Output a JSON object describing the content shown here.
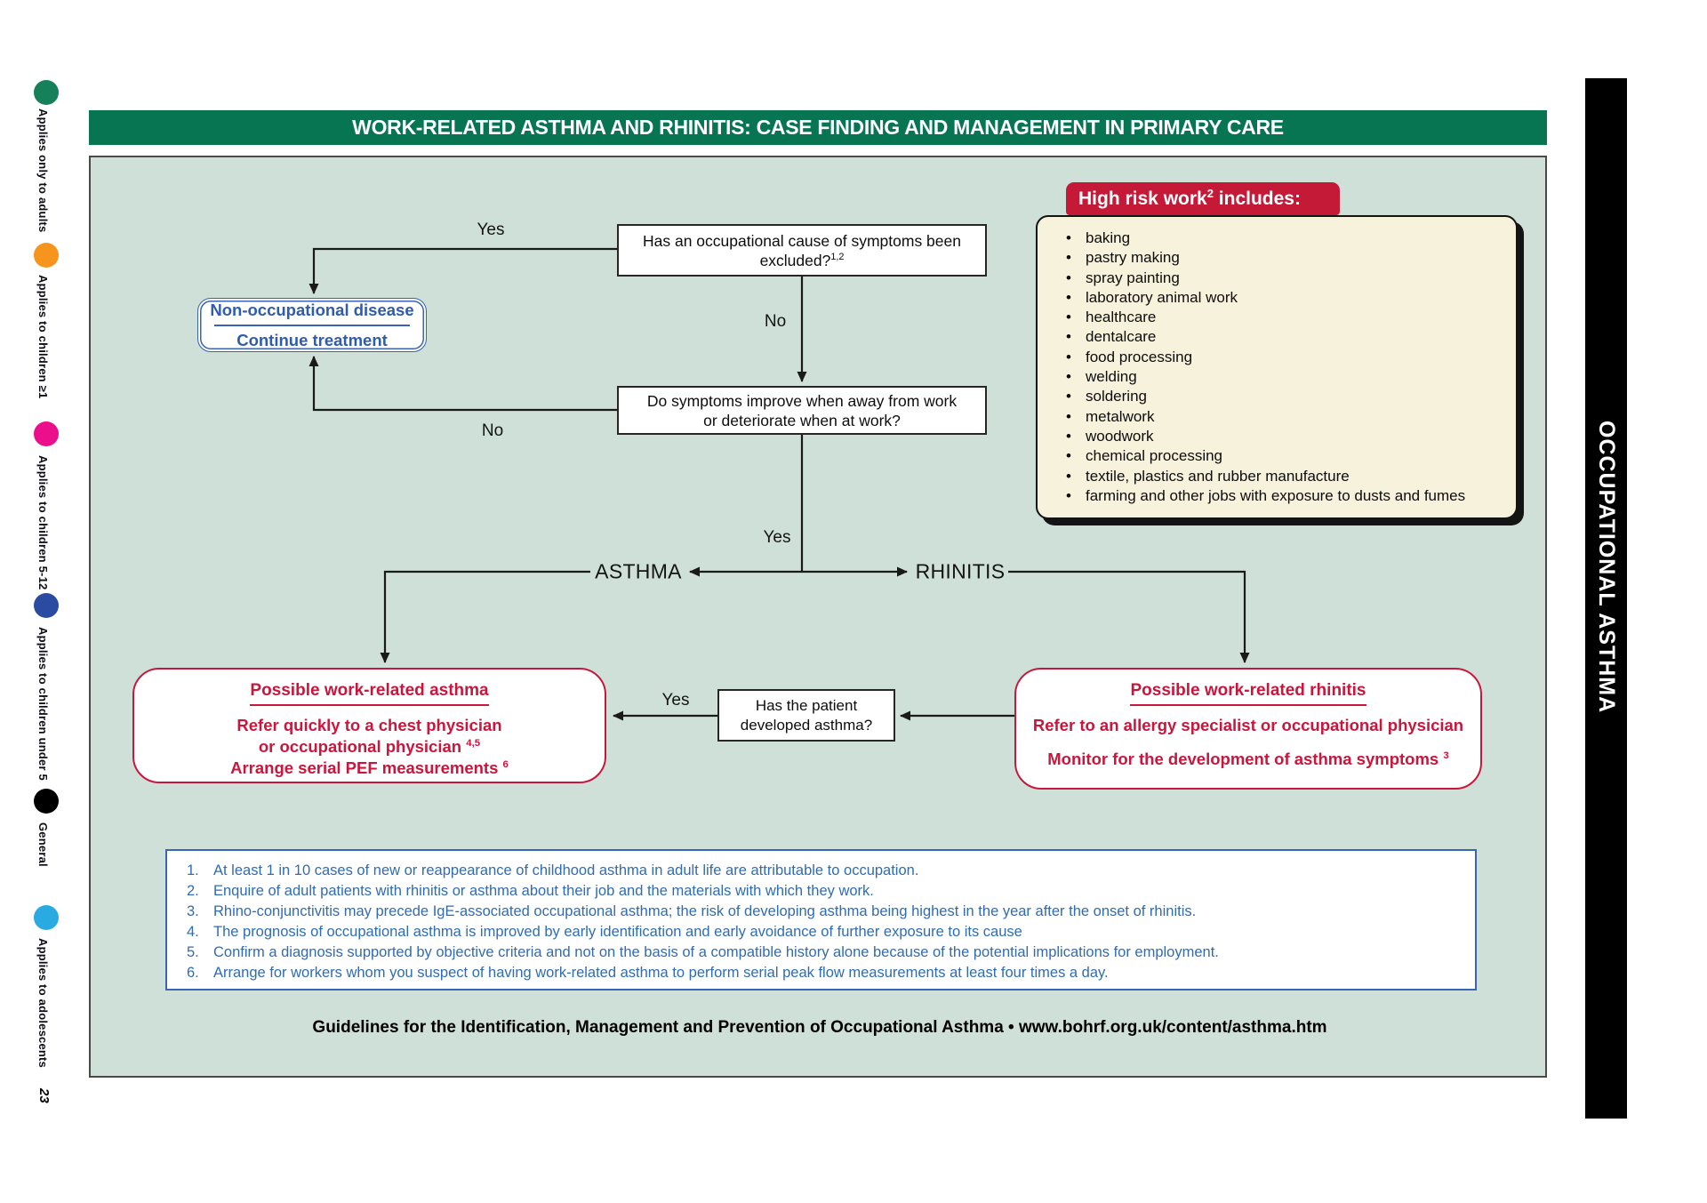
{
  "page": {
    "number": "23"
  },
  "legend": {
    "items": [
      {
        "name": "adults",
        "color": "#15805a",
        "label": "Applies only to adults"
      },
      {
        "name": "children-ge1",
        "color": "#f7941d",
        "label": "Applies to children ≥1"
      },
      {
        "name": "children-5-12",
        "color": "#ec0f8b",
        "label": "Applies to children 5-12"
      },
      {
        "name": "children-under-5",
        "color": "#2b4aa2",
        "label": "Applies to children under 5"
      },
      {
        "name": "general",
        "color": "#000000",
        "label": "General"
      },
      {
        "name": "adolescents",
        "color": "#29abe2",
        "label": "Applies to adolescents"
      }
    ]
  },
  "header": {
    "title": "WORK-RELATED ASTHMA AND RHINITIS: CASE FINDING AND MANAGEMENT IN PRIMARY CARE",
    "bg": "#087552"
  },
  "sidebar": {
    "label": "OCCUPATIONAL ASTHMA",
    "bg": "#000000"
  },
  "flow": {
    "q1": {
      "line1": "Has an occupational cause of symptoms been",
      "line2": "excluded?",
      "sup": "1,2"
    },
    "nonocc": {
      "line1": "Non-occupational disease",
      "line2": "Continue treatment"
    },
    "q2": {
      "line1": "Do symptoms improve when away from work",
      "line2": "or deteriorate when at work?"
    },
    "q3": {
      "line1": "Has the patient",
      "line2": "developed asthma?"
    },
    "labels": {
      "yes1": "Yes",
      "no1": "No",
      "no2": "No",
      "yes2": "Yes",
      "yes3": "Yes",
      "asthma": "ASTHMA",
      "rhinitis": "RHINITIS"
    },
    "asthma_box": {
      "title": "Possible work-related asthma",
      "line1": "Refer quickly to a chest physician",
      "line2": "or occupational physician",
      "line2_sup": "4,5",
      "line3": "Arrange serial PEF measurements",
      "line3_sup": "6"
    },
    "rhinitis_box": {
      "title": "Possible work-related rhinitis",
      "line1": "Refer to an allergy specialist or occupational physician",
      "line2": "Monitor for the development of asthma symptoms",
      "line2_sup": "3"
    }
  },
  "highrisk": {
    "heading": "High risk work",
    "heading_sup": "2",
    "heading_suffix": " includes:",
    "items": [
      "baking",
      "pastry making",
      "spray painting",
      "laboratory animal work",
      "healthcare",
      "dentalcare",
      "food processing",
      "welding",
      "soldering",
      "metalwork",
      "woodwork",
      "chemical processing",
      "textile, plastics and rubber manufacture",
      "farming and other jobs with exposure to dusts and fumes"
    ]
  },
  "notes": {
    "items": [
      {
        "num": "1.",
        "text": "At least 1 in 10 cases of new or reappearance of childhood asthma in adult life are attributable to occupation."
      },
      {
        "num": "2.",
        "text": "Enquire of adult patients with rhinitis or asthma about their job and the materials with which they work."
      },
      {
        "num": "3.",
        "text": "Rhino-conjunctivitis may precede IgE-associated occupational asthma; the risk of developing asthma being highest in the year after the onset of rhinitis."
      },
      {
        "num": "4.",
        "text": "The prognosis of occupational asthma is improved by early identification and early avoidance of further exposure to its cause"
      },
      {
        "num": "5.",
        "text": "Confirm a diagnosis supported by objective criteria and not on the basis of a compatible history alone because of the potential implications for employment."
      },
      {
        "num": "6.",
        "text": "Arrange for workers whom you suspect of having work-related asthma to perform serial peak flow measurements at least four times a day."
      }
    ]
  },
  "footer": {
    "text": "Guidelines for the Identification, Management and Prevention of Occupational Asthma • www.bohrf.org.uk/content/asthma.htm"
  },
  "colors": {
    "header_green": "#087552",
    "sage_background": "#cfe0d8",
    "banner_red": "#c41937",
    "cream": "#f6f2dc",
    "note_blue": "#2f6cb3",
    "box_red": "#c8163c"
  }
}
